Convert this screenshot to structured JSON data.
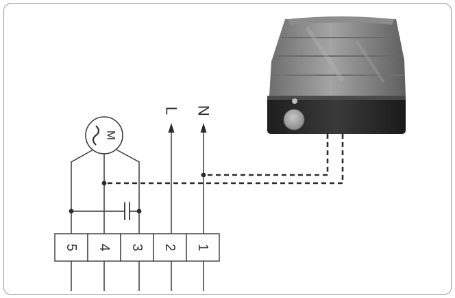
{
  "motor": {
    "label": "M",
    "symbol": "~"
  },
  "supply": {
    "line_label": "L",
    "neutral_label": "N"
  },
  "terminals": [
    {
      "label": "5"
    },
    {
      "label": "4"
    },
    {
      "label": "3"
    },
    {
      "label": "2"
    },
    {
      "label": "1"
    }
  ],
  "icons": {
    "lamp": "flashing-beacon-lamp-icon",
    "capacitor": "capacitor-icon",
    "motor": "motor-icon"
  },
  "colors": {
    "wire": "#3a3a3a",
    "lamp_dome": "#8a8a8a",
    "lamp_base": "#2a2a2a",
    "frame": "#9b9b9b"
  }
}
